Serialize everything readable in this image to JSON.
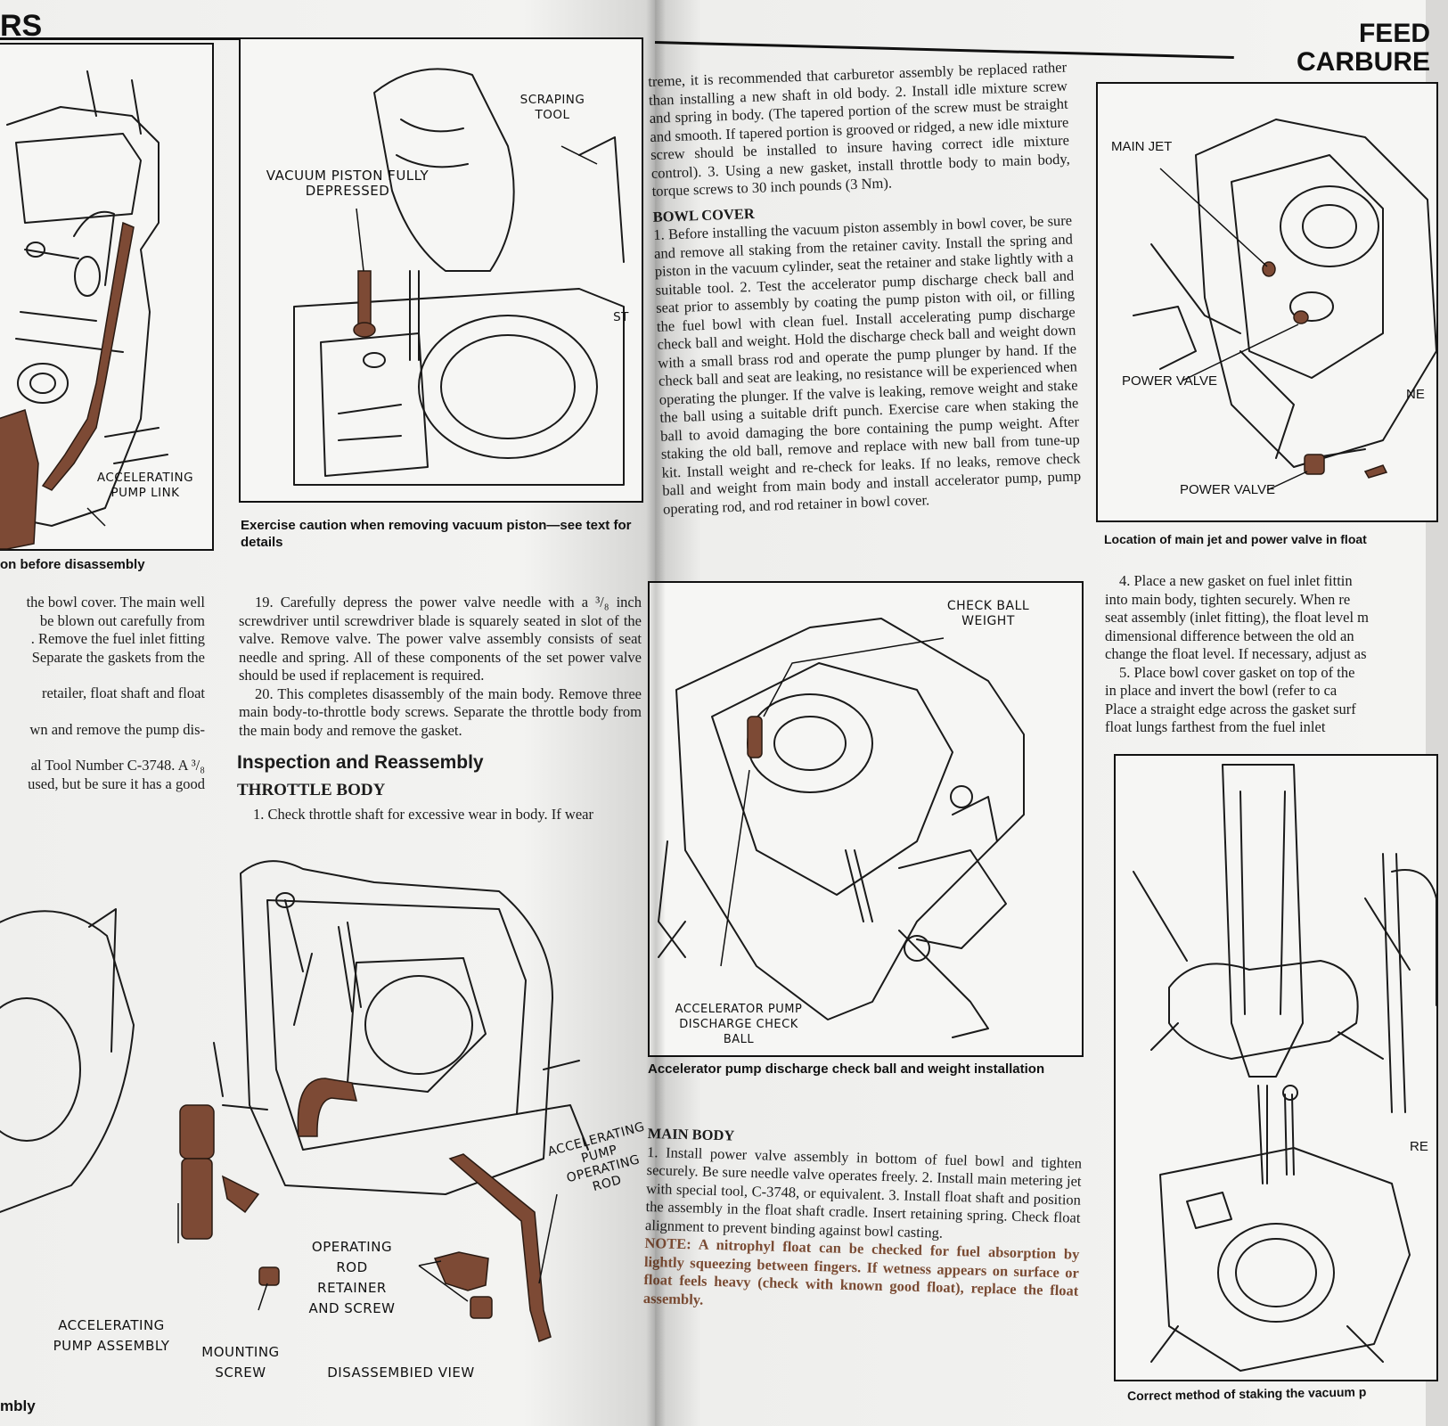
{
  "left_page": {
    "header_fragment": "RS",
    "footer_fragment": "mbly",
    "fig1": {
      "labels": {
        "pump_link": "ACCELERATING\nPUMP LINK"
      },
      "caption_fragment": "on before disassembly"
    },
    "fig2": {
      "labels": {
        "scraping_tool": "SCRAPING\nTOOL",
        "vacuum_piston": "VACUUM PISTON FULLY\nDEPRESSED",
        "edge_fragment": "ST"
      },
      "caption": "Exercise caution when removing vacuum piston—see text for details"
    },
    "col_a": [
      "the bowl cover. The main well",
      "be blown out carefully from",
      ". Remove the fuel inlet fitting",
      "Separate the gaskets from the",
      "retailer, float shaft and float",
      "wn and remove the pump dis-",
      "al Tool Number C-3748. A ³/₈",
      "used, but be sure it has a good"
    ],
    "col_b": {
      "p19": "19. Carefully depress the power valve needle with a ³/₈ inch screwdriver until screwdriver blade is squarely seated in slot of the valve. Remove valve. The power valve assembly consists of seat needle and spring. All of these components of the set power valve should be used if replacement is required.",
      "p20": "20. This completes disassembly of the main body. Remove three main body-to-throttle body screws. Separate the throttle body from the main body and remove the gasket.",
      "heading": "Inspection and Reassembly",
      "subheading": "THROTTLE BODY",
      "p1": "1. Check throttle shaft for excessive wear in body. If wear"
    },
    "fig3": {
      "labels": {
        "rod": "ACCELERATING\nPUMP\nOPERATING\nROD",
        "retainer": "OPERATING\nROD\nRETAINER\nAND SCREW",
        "pump": "ACCELERATING\nPUMP ASSEMBLY",
        "screw": "MOUNTING\nSCREW",
        "view": "DISASSEMBIED VIEW"
      }
    }
  },
  "right_page": {
    "header": "FEED\nCARBURE",
    "top_text": "treme, it is recommended that carburetor assembly be replaced rather than installing a new shaft in old body. 2. Install idle mixture screw and spring in body. (The tapered portion of the screw must be straight and smooth. If tapered portion is grooved or ridged, a new idle mixture screw should be installed to insure having correct idle mixture control). 3. Using a new gasket, install throttle body to main body, torque screws to 30 inch pounds (3 Nm).",
    "bowl_cover": {
      "heading": "BOWL COVER",
      "text": "1. Before installing the vacuum piston assembly in bowl cover, be sure and remove all staking from the retainer cavity. Install the spring and piston in the vacuum cylinder, seat the retainer and stake lightly with a suitable tool. 2. Test the accelerator pump discharge check ball and seat prior to assembly by coating the pump piston with oil, or filling the fuel bowl with clean fuel. Install accelerating pump discharge check ball and weight. Hold the discharge check ball and weight down with a small brass rod and operate the pump plunger by hand. If the check ball and seat are leaking, no resistance will be experienced when operating the plunger. If the valve is leaking, remove weight and stake the ball using a suitable drift punch. Exercise care when staking the ball to avoid damaging the bore containing the pump weight. After staking the old ball, remove and replace with new ball from tune-up kit. Install weight and re-check for leaks. If no leaks, remove check ball and weight from main body and install accelerator pump, pump operating rod, and rod retainer in bowl cover."
    },
    "fig4": {
      "labels": {
        "check_ball": "CHECK BALL\nWEIGHT",
        "pump_ball": "ACCELERATOR PUMP\nDISCHARGE CHECK BALL"
      },
      "caption": "Accelerator pump discharge check ball and weight installation"
    },
    "main_body": {
      "heading": "MAIN BODY",
      "text": "1. Install power valve assembly in bottom of fuel bowl and tighten securely. Be sure needle valve operates freely. 2. Install main metering jet with special tool, C-3748, or equivalent. 3. Install float shaft and position the assembly in the float shaft cradle. Insert retaining spring. Check float alignment to prevent binding against bowl casting.",
      "note": "NOTE: A nitrophyl float can be checked for fuel absorption by lightly squeezing between fingers. If wetness appears on surface or float feels heavy (check with known good float), replace the float assembly."
    },
    "fig5": {
      "labels": {
        "main_jet": "MAIN JET",
        "power_valve": "POWER VALVE",
        "power_valve_2": "POWER VALVE",
        "edge": "NE"
      },
      "caption": "Location of main jet and power valve in float"
    },
    "col_d": [
      "4. Place a new gasket on fuel inlet fittin",
      "into main body, tighten securely. When re",
      "seat assembly (inlet fitting), the float level m",
      "dimensional difference between the old an",
      "change the float level. If necessary, adjust as",
      "5. Place bowl cover gasket on top of the",
      "in place and invert the bowl (refer to ca",
      "Place a straight edge across the gasket surf",
      "float lungs farthest from the fuel inlet"
    ],
    "fig6": {
      "labels": {
        "edge": "RE"
      },
      "caption": "Correct method of staking the vacuum p"
    }
  },
  "colors": {
    "paper": "#f3f3f1",
    "ink": "#111111",
    "part_brown": "#7d4a35",
    "note_brown": "#7a4b33"
  }
}
